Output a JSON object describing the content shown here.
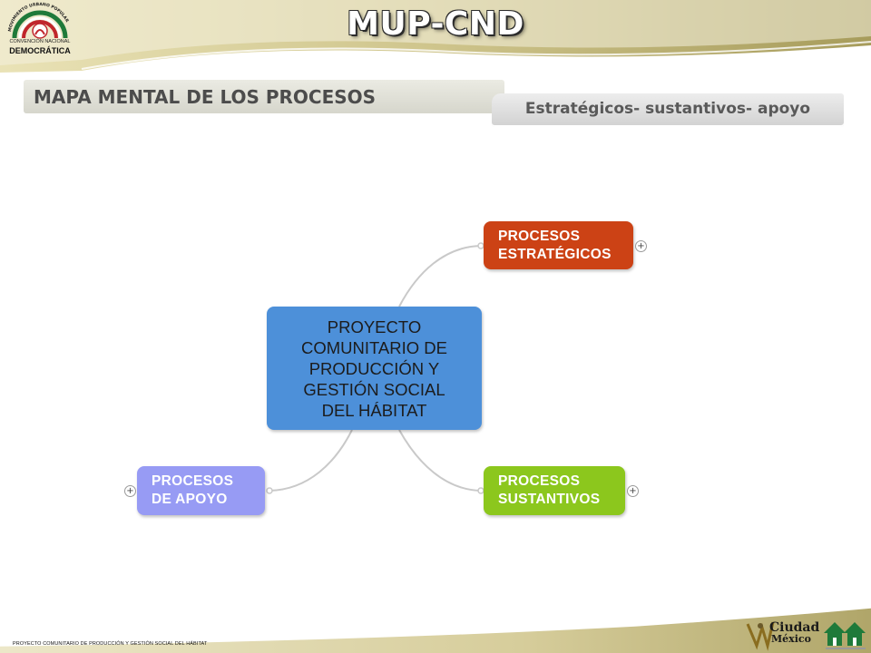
{
  "header": {
    "title": "MUP-CND"
  },
  "logo": {
    "arc_text": "MOVIMIENTO URBANO POPULAR",
    "line1": "CONVENCIÓN NACIONAL",
    "line2": "DEMOCRÁTICA"
  },
  "section": {
    "title": "MAPA MENTAL DE LOS PROCESOS",
    "subtitle": "Estratégicos- sustantivos- apoyo"
  },
  "mindmap": {
    "central": "PROYECTO\nCOMUNITARIO DE\nPRODUCCIÓN Y\nGESTIÓN SOCIAL\nDEL HÁBITAT",
    "estrategicos": "PROCESOS\nESTRATÉGICOS",
    "sustantivos": "PROCESOS\nSUSTANTIVOS",
    "apoyo": "PROCESOS\nDE APOYO",
    "expand_symbol": "+",
    "colors": {
      "central": "#4d90d9",
      "estrategicos": "#cc4215",
      "sustantivos": "#8cc71d",
      "apoyo": "#979bf4"
    }
  },
  "footer": {
    "text": "PROYECTO COMUNITARIO DE PRODUCCIÓN Y GESTIÓN SOCIAL DEL HÁBITAT",
    "cdmx_line1": "Ciudad",
    "cdmx_line2": "México"
  }
}
